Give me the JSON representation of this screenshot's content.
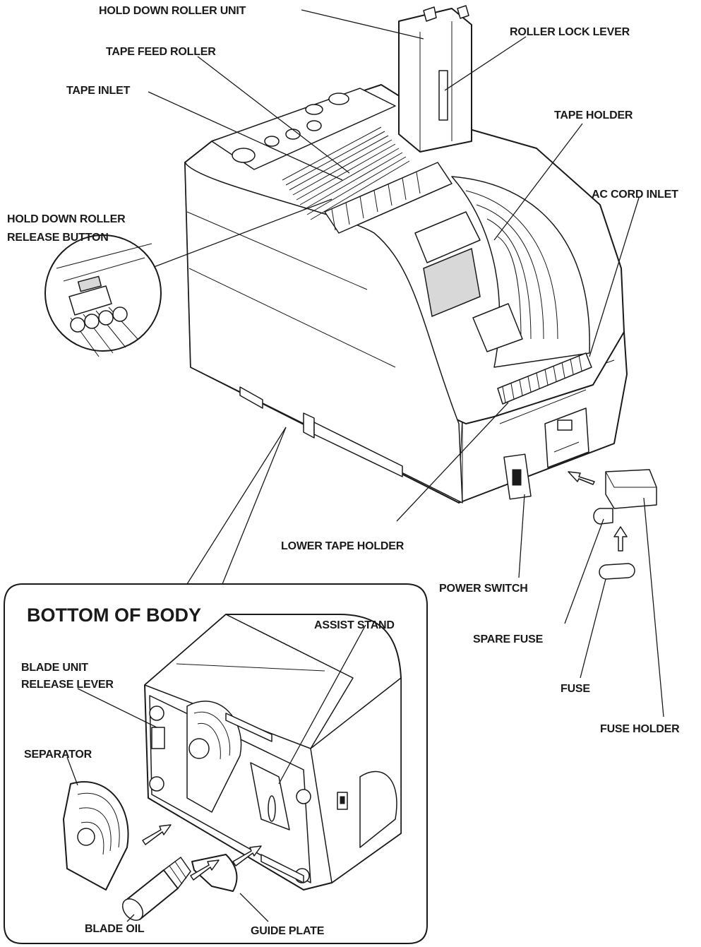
{
  "labels": {
    "hold_down_roller_unit": "HOLD DOWN ROLLER UNIT",
    "roller_lock_lever": "ROLLER LOCK LEVER",
    "tape_feed_roller": "TAPE FEED ROLLER",
    "tape_inlet": "TAPE INLET",
    "tape_holder": "TAPE HOLDER",
    "ac_cord_inlet": "AC CORD INLET",
    "hold_down_roller_release_button_1": "HOLD DOWN ROLLER",
    "hold_down_roller_release_button_2": "RELEASE BUTTON",
    "lower_tape_holder": "LOWER TAPE HOLDER",
    "power_switch": "POWER SWITCH",
    "spare_fuse": "SPARE FUSE",
    "fuse": "FUSE",
    "fuse_holder": "FUSE HOLDER"
  },
  "inset": {
    "title": "BOTTOM OF BODY",
    "assist_stand": "ASSIST STAND",
    "blade_unit_release_lever_1": "BLADE UNIT",
    "blade_unit_release_lever_2": "RELEASE LEVER",
    "separator": "SEPARATOR",
    "blade_oil": "BLADE OIL",
    "guide_plate": "GUIDE PLATE"
  }
}
